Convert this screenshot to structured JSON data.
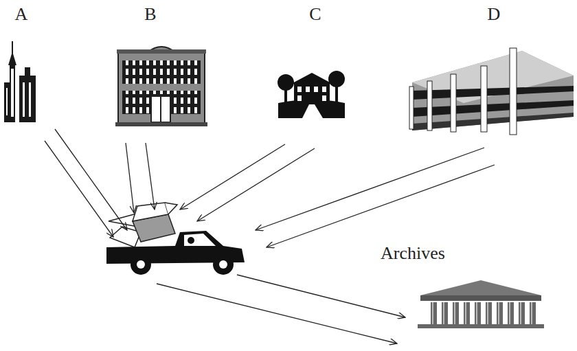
{
  "diagram": {
    "labels": [
      "A",
      "B",
      "C",
      "D",
      "Archives"
    ]
  }
}
